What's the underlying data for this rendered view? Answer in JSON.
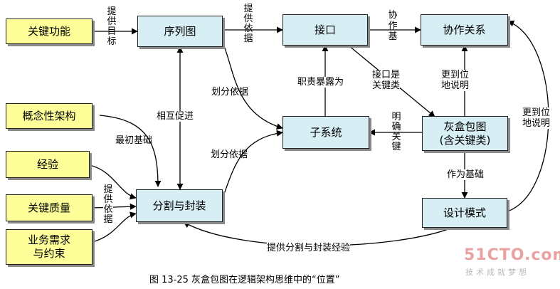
{
  "boxes": {
    "key_function": "关键功能",
    "conceptual_arch": "概念性架构",
    "experience": "经验",
    "key_quality": "关键质量",
    "business_req": "业务需求\n与约束",
    "sequence_diagram": "序列图",
    "partition_encapsulate": "分割与封装",
    "interface": "接口",
    "subsystem": "子系统",
    "collaboration": "协作关系",
    "graybox": "灰盒包图\n(含关键类)",
    "design_pattern": "设计模式"
  },
  "labels": {
    "provide_goal": "提供目标",
    "provide_basis_top": "提供依据",
    "collab_basis": "协作基",
    "partition_basis_1": "划分依据",
    "partition_basis_2": "划分依据",
    "mutual_promote": "相互促进",
    "responsibility_exposed": "职责暴露为",
    "interface_key_class": "接口是\n关键类",
    "clarify_key": "明确关键",
    "better_explain_1": "更到位\n地说明",
    "better_explain_2": "更到位\n地说明",
    "initial_basis": "最初基础",
    "provide_basis_left": "提供依据",
    "as_basis": "作为基础",
    "provide_experience": "提供分割与封装经验"
  },
  "caption": "图 13-25    灰盒包图在逻辑架构思维中的“位置”",
  "watermark": {
    "number": "51CTO.com",
    "tagline": "技术成就梦想"
  }
}
